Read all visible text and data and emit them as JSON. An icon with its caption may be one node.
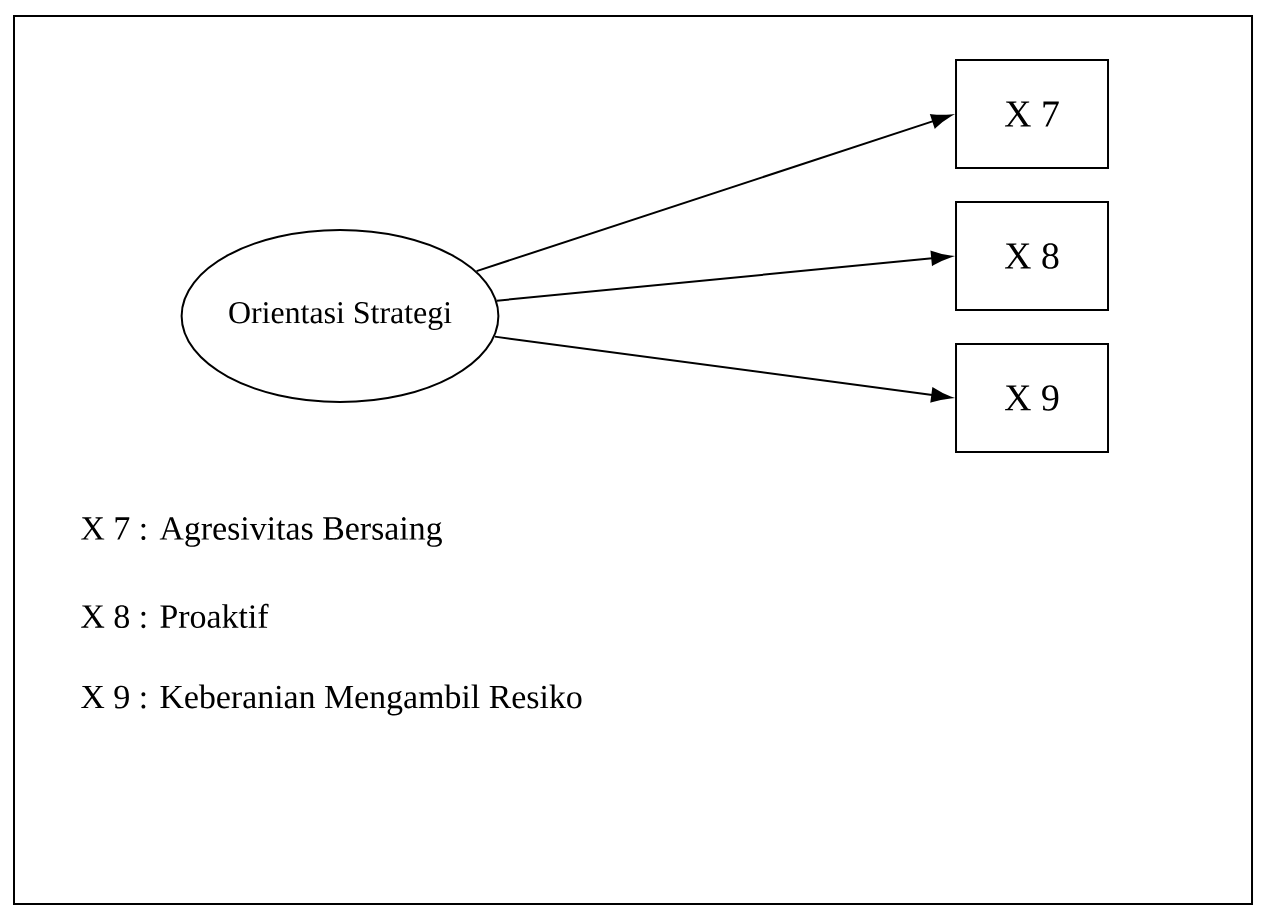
{
  "diagram": {
    "nodes": [
      {
        "text": [
          "Orientasi Strategi"
        ]
      },
      {
        "text": [
          "X 7"
        ]
      },
      {
        "text": [
          "X 8"
        ]
      },
      {
        "text": [
          "X 9"
        ]
      }
    ],
    "edges": [
      {
        "from": 0,
        "to": 1,
        "arrow": "to"
      },
      {
        "from": 0,
        "to": 2,
        "arrow": "to"
      },
      {
        "from": 0,
        "to": 3,
        "arrow": "to"
      }
    ],
    "labels": [
      "X 7 : Agresivitas Bersaing",
      "X 8 : Proaktif",
      "X 9 : Keberanian Mengambil Resiko"
    ]
  }
}
